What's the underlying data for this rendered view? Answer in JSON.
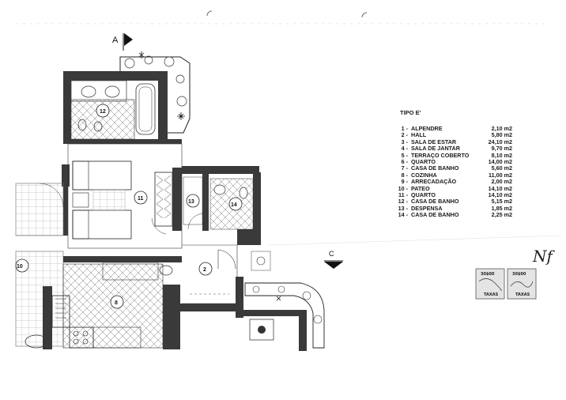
{
  "section_marks": {
    "a": "A",
    "c": "C"
  },
  "legend": {
    "title": "TIPO E'",
    "rooms": [
      {
        "num": "1 -",
        "name": "ALPENDRE",
        "area": "2,10 m2"
      },
      {
        "num": "2 -",
        "name": "HALL",
        "area": "5,80 m2"
      },
      {
        "num": "3 -",
        "name": "SALA DE ESTAR",
        "area": "24,10 m2"
      },
      {
        "num": "4 -",
        "name": "SALA DE JANTAR",
        "area": "9,70 m2"
      },
      {
        "num": "5 -",
        "name": "TERRAÇO COBERTO",
        "area": "8,10 m2"
      },
      {
        "num": "6 -",
        "name": "QUARTO",
        "area": "14,00 m2"
      },
      {
        "num": "7 -",
        "name": "CASA DE BANHO",
        "area": "5,60 m2"
      },
      {
        "num": "8 -",
        "name": "COZINHA",
        "area": "11,00 m2"
      },
      {
        "num": "9 -",
        "name": "ARRECADAÇÃO",
        "area": "2,00 m2"
      },
      {
        "num": "10 -",
        "name": "PATEO",
        "area": "14,10 m2"
      },
      {
        "num": "11 -",
        "name": "QUARTO",
        "area": "14,10 m2"
      },
      {
        "num": "12 -",
        "name": "CASA DE BANHO",
        "area": "5,15 m2"
      },
      {
        "num": "13 -",
        "name": "DESPENSA",
        "area": "1,85 m2"
      },
      {
        "num": "14 -",
        "name": "CASA DE BANHO",
        "area": "2,25 m2"
      }
    ]
  },
  "plan_labels": {
    "r12": "12",
    "r11": "11",
    "r13": "13",
    "r14": "14",
    "r10": "10",
    "r2": "2",
    "r8": "8"
  },
  "stamps": [
    {
      "value": "30$00",
      "caption": "TAXAS"
    },
    {
      "value": "30$00",
      "caption": "TAXAS"
    }
  ],
  "signature": "Nf",
  "colors": {
    "wall": "#3a3a3a",
    "line": "#222222",
    "hatch": "#555555"
  }
}
